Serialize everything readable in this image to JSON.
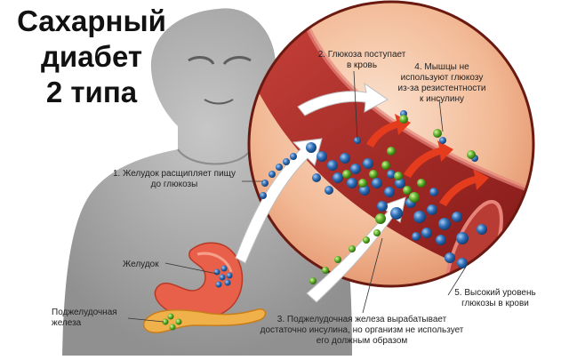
{
  "title": {
    "line1": "Сахарный",
    "line2": "диабет",
    "line3": "2 типа"
  },
  "labels": {
    "stomach_digests": {
      "line1": "1. Желудок расщипляет пищу",
      "line2": "до глюкозы"
    },
    "glucose_enters": {
      "line1": "2. Глюкоза поступает",
      "line2": "в кровь"
    },
    "pancreas_insulin": {
      "line1": "3. Поджелудочная железа вырабатывает",
      "line2": "достаточно инсулина, но организм не использует",
      "line3": "его должным образом"
    },
    "muscles_resist": {
      "line1": "4. Мышцы не",
      "line2": "используют глюкозу",
      "line3": "из-за резистентности",
      "line4": "к инсулину"
    },
    "high_glucose": {
      "line1": "5. Высокий уровень",
      "line2": "глюкозы в крови"
    },
    "stomach": "Желудок",
    "pancreas": {
      "line1": "Поджелудочная",
      "line2": "железа"
    }
  },
  "colors": {
    "glucose": "#2e6db5",
    "insulin": "#5fb02a",
    "vessel": "#8c1d1d",
    "organ": "#e8604a",
    "arrow_red": "#e53c1e",
    "silhouette": "#a8a8a8"
  }
}
